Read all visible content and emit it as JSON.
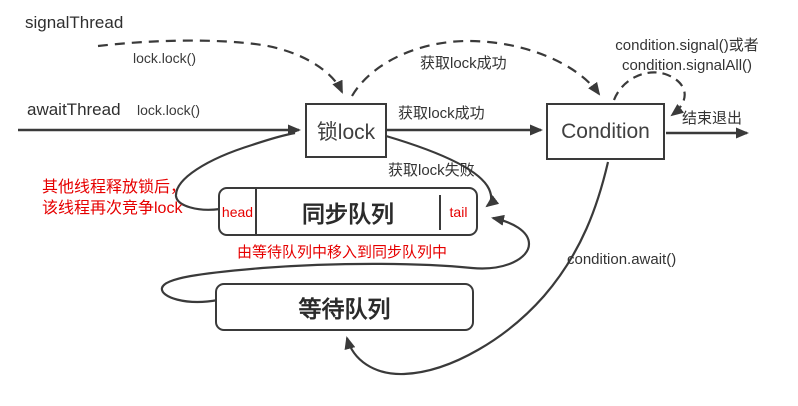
{
  "threads": {
    "signal_thread": "signalThread",
    "await_thread": "awaitThread"
  },
  "nodes": {
    "lock_label": "锁lock",
    "condition_label": "Condition",
    "sync_queue_title": "同步队列",
    "sync_queue_head": "head",
    "sync_queue_tail": "tail",
    "wait_queue_title": "等待队列"
  },
  "edge_labels": {
    "signal_lock_call": "lock.lock()",
    "await_lock_call": "lock.lock()",
    "acquire_lock_success_top": "获取lock成功",
    "acquire_lock_success_mid": "获取lock成功",
    "acquire_lock_fail": "获取lock失败",
    "signal_call_line1": "condition.signal()或者",
    "signal_call_line2": "condition.signalAll()",
    "exit_label": "结束退出",
    "await_call": "condition.await()"
  },
  "notes": {
    "contend_line1": "其他线程释放锁后，",
    "contend_line2": "该线程再次竞争lock",
    "move_between_queues": "由等待队列中移入到同步队列中"
  },
  "colors": {
    "line": "#3a3a3a",
    "text": "#333333",
    "note_red": "#e60000",
    "background": "#ffffff"
  }
}
